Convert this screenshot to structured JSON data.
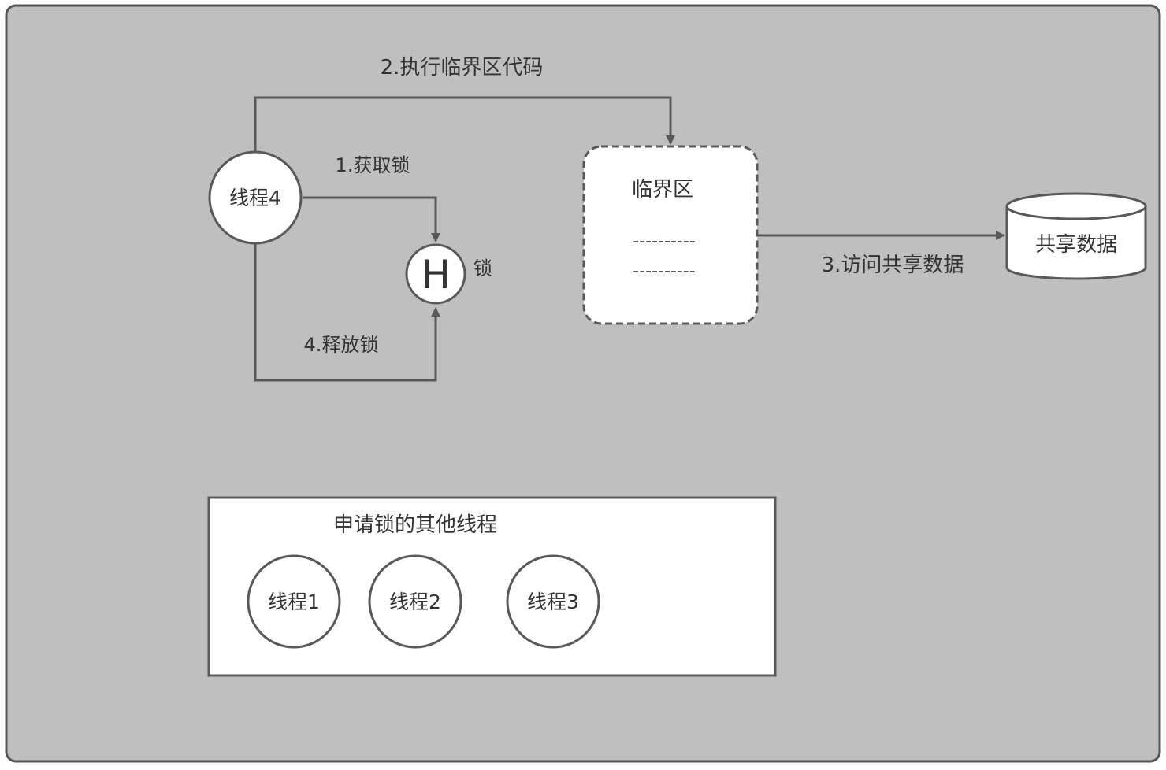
{
  "colors": {
    "panel_fill": "#bfbfbf",
    "panel_stroke": "#555555",
    "line": "#595959",
    "node_fill": "#ffffff",
    "text": "#333333"
  },
  "diagram": {
    "thread_main": "线程4",
    "lock": {
      "symbol": "H",
      "label": "锁"
    },
    "critical_section": {
      "title": "临界区",
      "lines": [
        "----------",
        "----------"
      ]
    },
    "shared_data": "共享数据",
    "steps": {
      "acquire": "1.获取锁",
      "execute": "2.执行临界区代码",
      "access": "3.访问共享数据",
      "release": "4.释放锁"
    },
    "waiting": {
      "title": "申请锁的其他线程",
      "threads": [
        "线程1",
        "线程2",
        "线程3"
      ]
    }
  }
}
